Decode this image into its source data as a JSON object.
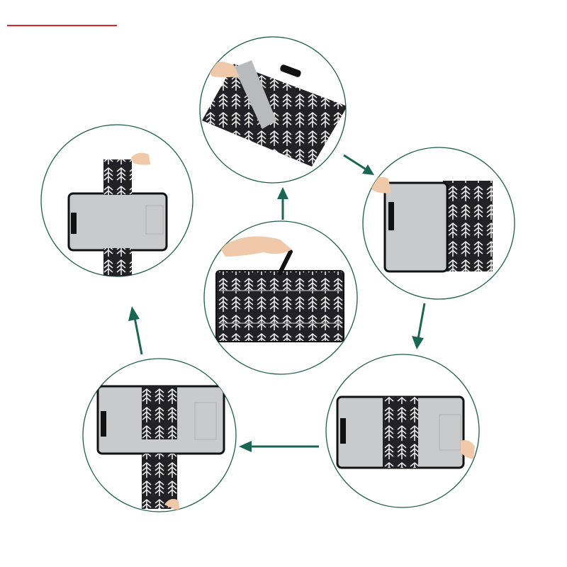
{
  "colors": {
    "accent_rule": "#d9262c",
    "ring": "#1f5e4b",
    "arrow": "#1a6553",
    "fabric": "#222226",
    "pattern": "#e8e8e8",
    "pad": "#c9cacb",
    "skin": "#efc9a9"
  },
  "steps": [
    {
      "id": "center",
      "view": "folded-closed-with-hand-carrying-handle"
    },
    {
      "id": "top",
      "view": "unzipping-front-pocket"
    },
    {
      "id": "right-top",
      "view": "opening-first-fold"
    },
    {
      "id": "right-bottom",
      "view": "unfolded-one-flap"
    },
    {
      "id": "left-bottom",
      "view": "unfolding-second-flap"
    },
    {
      "id": "left-top",
      "view": "fully-opened-changing-pad"
    }
  ],
  "flow": [
    "top",
    "right-top",
    "right-bottom",
    "left-bottom",
    "left-top",
    "top"
  ]
}
